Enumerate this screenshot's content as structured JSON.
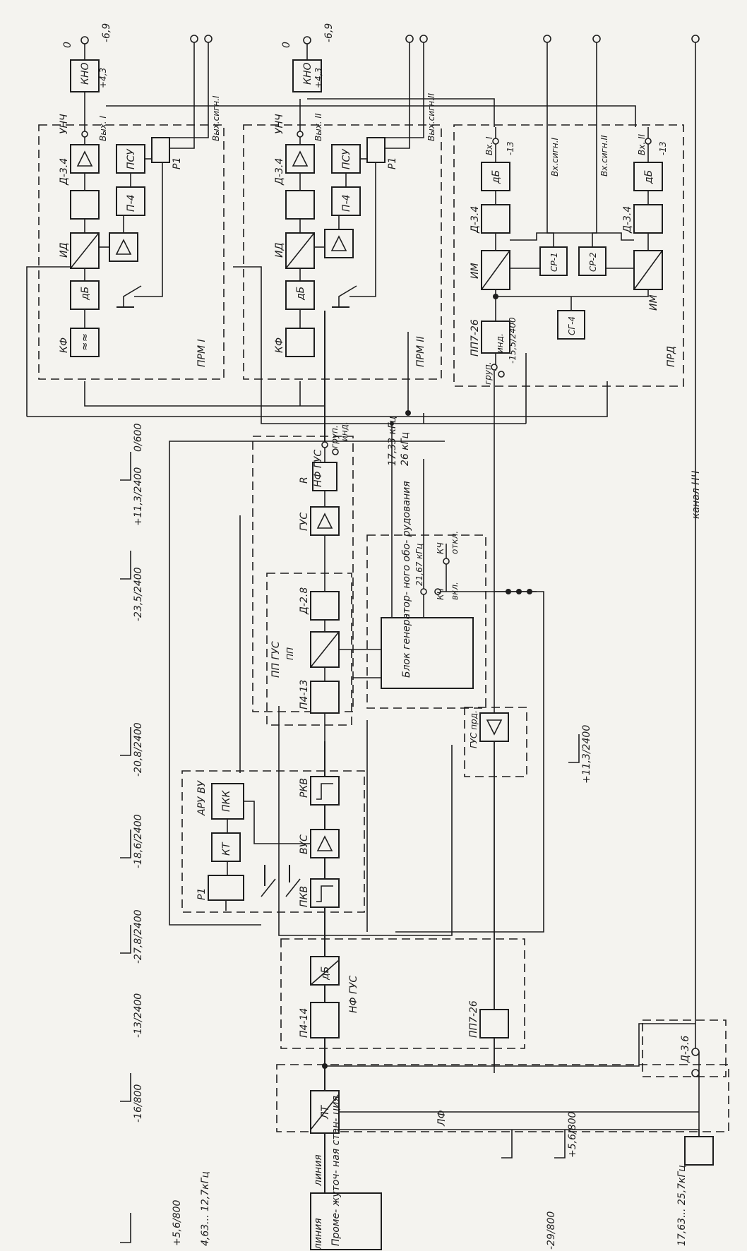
{
  "labels": {
    "prm1": "ПРМ I",
    "prm2": "ПРМ II",
    "prd": "ПРД",
    "kf": "КФ",
    "db": "дБ",
    "id": "ИД",
    "d34": "Д-3.4",
    "unch": "УНЧ",
    "p4": "П-4",
    "psu": "ПСУ",
    "r1": "Р1",
    "kno": "КНО",
    "out1": "Вых. I",
    "out2": "Вых. II",
    "outsig1": "Вых.сигн.I",
    "outsig2": "Вых.сигн.II",
    "plus43": "+4,3",
    "minus69": "-6,9",
    "zero": "0",
    "pp726": "ПП7-26",
    "im": "ИМ",
    "sr1": "СР-1",
    "sr2": "СР-2",
    "sg4": "СГ-4",
    "d34b": "Д-3.4",
    "in1": "Вх. I",
    "in2": "Вх. II",
    "insig1": "Вх.сигн.I",
    "insig2": "Вх.сигн.II",
    "minus13": "-13",
    "grup": "груп.",
    "ind": "инд.",
    "pp726lvl": "-15,5/2400",
    "kanal_nch": "канал НЧ",
    "freq1": "17,33 кГц",
    "freq2": "26 кГц",
    "freq3": "21,67 кГц",
    "kch": "КЧ",
    "otkl": "откл.",
    "vkl": "вкл.",
    "nf_gus": "НФ ГУС",
    "r": "R",
    "gus": "ГУС",
    "grup2": "груп.",
    "ind2": "инд.",
    "pp_gus": "ПП ГУС",
    "pp": "ПП",
    "d28": "Д-2.8",
    "p413": "П4-13",
    "blok": "Блок генератор- ного обо- рудования",
    "gus_prd": "ГУС прд.",
    "aru_vu": "АРУ ВУ",
    "pkk": "ПКК",
    "kt": "КТ",
    "vus": "ВУС",
    "rkv": "РКВ",
    "pkv": "ПКВ",
    "hf_gus": "НФ ГУС",
    "p414": "П4-14",
    "pp726b": "ПП7-26",
    "lf": "ЛФ",
    "lt": "ЛТ",
    "d36": "Д-3.6",
    "liniya": "линия",
    "liniya2": "линия",
    "station": "Проме- жуточ- ная стан- ция",
    "freq_low": "4,63... 12,7кГц",
    "freq_high": "17,63... 25,7кГц"
  },
  "levels": {
    "l0": "0/600",
    "l1": "+11,3/2400",
    "l2": "-23,5/2400",
    "l3": "-20,8/2400",
    "l4": "-18,6/2400",
    "l5": "-27,8/2400",
    "l6": "-13/2400",
    "l7": "+11,3/2400",
    "l8": "+5,6/800",
    "l9": "-16/800",
    "l10": "+5,6/800",
    "l11": "-29/800"
  }
}
